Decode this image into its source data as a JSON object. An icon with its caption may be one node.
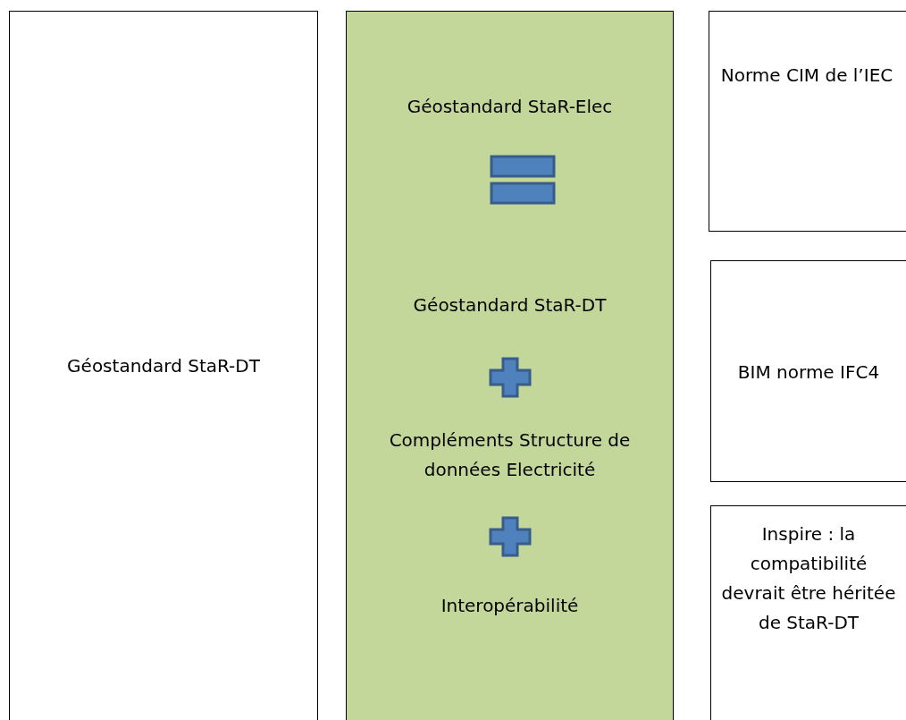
{
  "diagram": {
    "nodes": [
      {
        "text": [
          "Géostandard StaR-DT"
        ]
      },
      {
        "text": [
          "Géostandard StaR-Elec",
          "Géostandard StaR-DT",
          "Compléments Structure de données Electricité",
          "Interopérabilité"
        ]
      },
      {
        "text": [
          "Norme CIM de l’IEC"
        ]
      },
      {
        "text": [
          "BIM norme IFC4"
        ]
      },
      {
        "text": [
          "Inspire : la compatibilité devrait être héritée de StaR-DT"
        ]
      }
    ]
  }
}
